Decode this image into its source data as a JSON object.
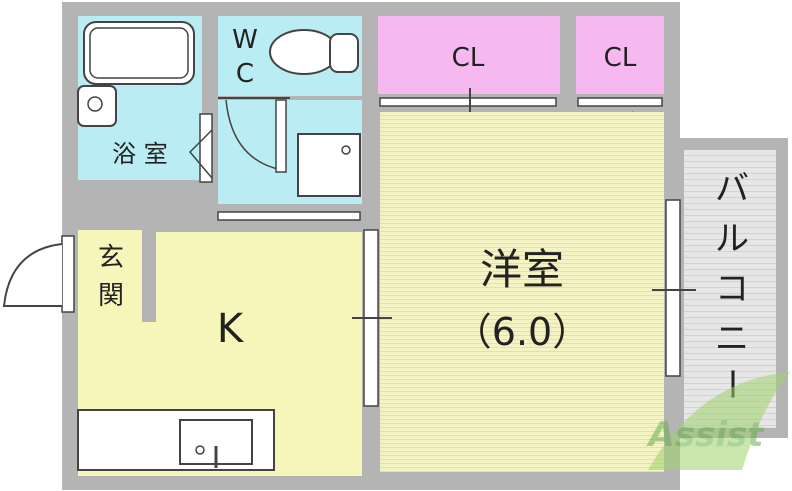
{
  "rooms": {
    "bath": "浴 室",
    "wc_top": "W",
    "wc_bottom": "C",
    "closet_left": "CL",
    "closet_right": "CL",
    "entrance_top": "玄",
    "entrance_bottom": "関",
    "kitchen": "K",
    "western_room": "洋室",
    "western_room_size": "（6.0）",
    "balcony": [
      "バ",
      "ル",
      "コ",
      "ニ",
      "ー"
    ]
  },
  "watermark": {
    "text": "Assist"
  },
  "colors": {
    "wall": "#b4b4b4",
    "bath": "#b9ecf3",
    "closet": "#f5b8ef",
    "kitchen": "#f6f6bb",
    "western": "#f3f3c3",
    "balcony": "#e4e4e4",
    "entrance": "#e8e8e8"
  }
}
